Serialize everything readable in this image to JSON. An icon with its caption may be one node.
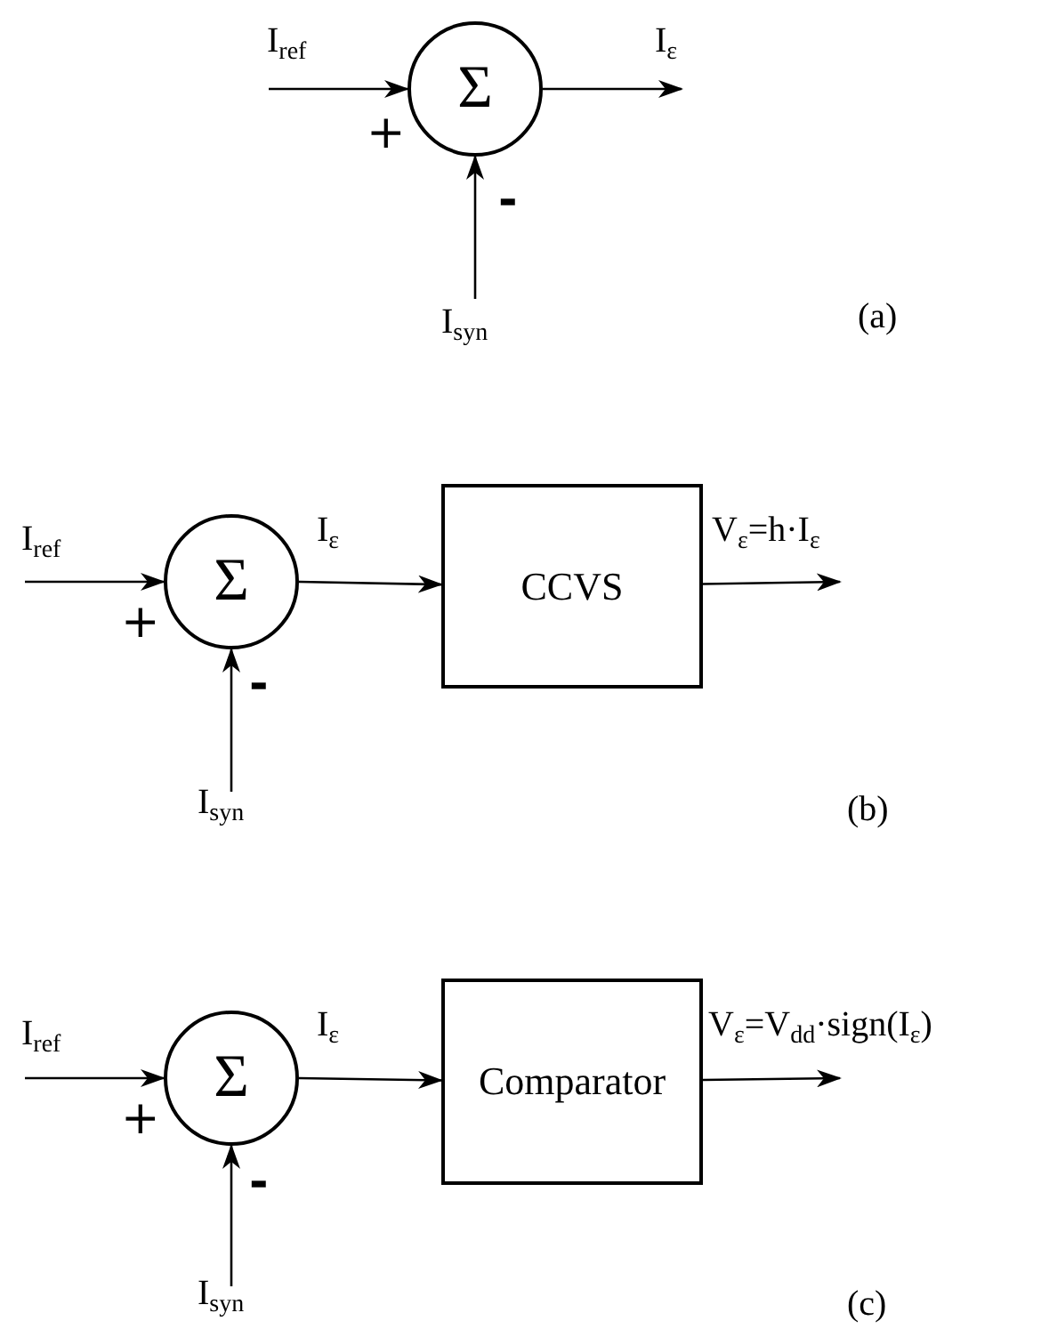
{
  "diagram": {
    "nodes": [
      {
        "text": [
          "Σ"
        ]
      },
      {
        "text": [
          "Σ"
        ]
      },
      {
        "text": [
          "CCVS"
        ]
      },
      {
        "text": [
          "Σ"
        ]
      },
      {
        "text": [
          "Comparator"
        ]
      }
    ],
    "edges": [
      {
        "from": null,
        "to": 0,
        "arrow": "to",
        "label": "I$_{ref}$"
      },
      {
        "from": null,
        "to": 0,
        "arrow": "to",
        "label": "I$_{syn}$"
      },
      {
        "from": 0,
        "to": null,
        "arrow": "to",
        "label": "I$_{ε}$"
      },
      {
        "from": null,
        "to": 1,
        "arrow": "to",
        "label": "I$_{ref}$"
      },
      {
        "from": null,
        "to": 1,
        "arrow": "to",
        "label": "I$_{syn}$"
      },
      {
        "from": 1,
        "to": 2,
        "arrow": "to",
        "label": "I$_{ε}$"
      },
      {
        "from": 2,
        "to": null,
        "arrow": "to",
        "label": "V$_{ε}$=h·I$_{ε}$"
      },
      {
        "from": null,
        "to": 3,
        "arrow": "to",
        "label": "I$_{ref}$"
      },
      {
        "from": null,
        "to": 3,
        "arrow": "to",
        "label": "I$_{syn}$"
      },
      {
        "from": 3,
        "to": 4,
        "arrow": "to",
        "label": "I$_{ε}$"
      },
      {
        "from": 4,
        "to": null,
        "arrow": "to",
        "label": "V$_{ε}$=V$_{dd}$·sign(I$_{ε}$)"
      }
    ],
    "labels": [
      "+",
      "-",
      "(a)",
      "+",
      "-",
      "(b)",
      "+",
      "-",
      "(c)"
    ]
  }
}
